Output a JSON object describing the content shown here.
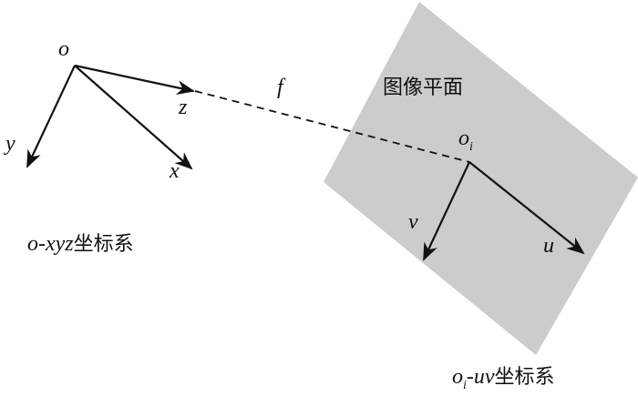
{
  "labels": {
    "origin": "o",
    "z": "z",
    "y": "y",
    "x": "x",
    "focal": "f",
    "image_plane": "图像平面",
    "oi_base": "o",
    "oi_sub": "i",
    "v": "v",
    "u": "u",
    "camera_frame_italic": "o-xyz",
    "camera_frame_cn": "坐标系",
    "image_frame_base": "o",
    "image_frame_sub": "i",
    "image_frame_italic": "-uv",
    "image_frame_cn": "坐标系"
  },
  "colors": {
    "plane": "#cccccc",
    "ink": "#111111"
  }
}
